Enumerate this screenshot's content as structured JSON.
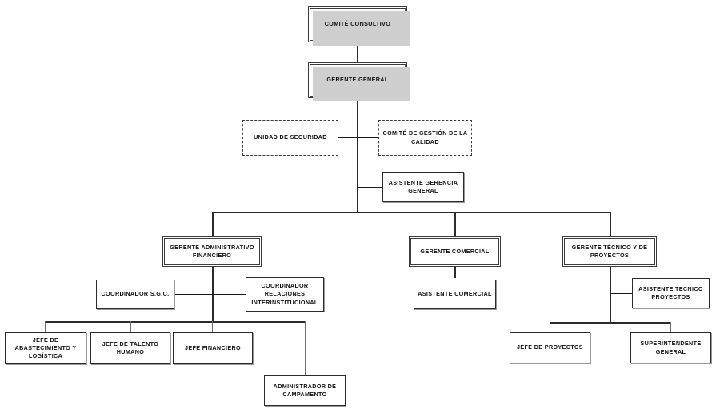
{
  "diagram": {
    "title": "Organigrama",
    "type": "organizational-chart",
    "background": "#ffffff",
    "line_color": "#1a1a1a",
    "box_border_color": "#2b2b2b",
    "shadow_color": "#cfcfcf",
    "text_color": "#111111"
  },
  "nodes": {
    "comite_consultivo": "COMITÉ CONSULTIVO",
    "gerente_general": "GERENTE GENERAL",
    "unidad_seguridad": "UNIDAD DE SEGURIDAD",
    "comite_calidad": "COMITÉ DE GESTIÓN DE LA\nCALIDAD",
    "asistente_gerencia_general": "ASISTENTE GERENCIA\nGENERAL",
    "gerente_admin_financiero": "GERENTE ADMINISTRATIVO\nFINANCIERO",
    "gerente_comercial": "GERENTE COMERCIAL",
    "gerente_tecnico": "GERENTE TÉCNICO Y DE\nPROYECTOS",
    "coordinador_sgc": "COORDINADOR S.G.C.",
    "coordinador_relaciones": "COORDINADOR\nRELACIONES\nINTERINSTITUCIONAL",
    "asistente_comercial": "ASISTENTE COMERCIAL",
    "asistente_tecnico_proyectos": "ASISTENTE TECNICO\nPROYECTOS",
    "jefe_abastecimiento": "JEFE DE\nABASTECIMIENTO Y\nLOGÍSTICA",
    "jefe_talento_humano": "JEFE DE TALENTO\nHUMANO",
    "jefe_financiero": "JEFE FINANCIERO",
    "administrador_campamento": "ADMINISTRADOR DE\nCAMPAMENTO",
    "jefe_proyectos": "JEFE DE PROYECTOS",
    "superintendente_general": "SUPERINTENDENTE\nGENERAL"
  }
}
